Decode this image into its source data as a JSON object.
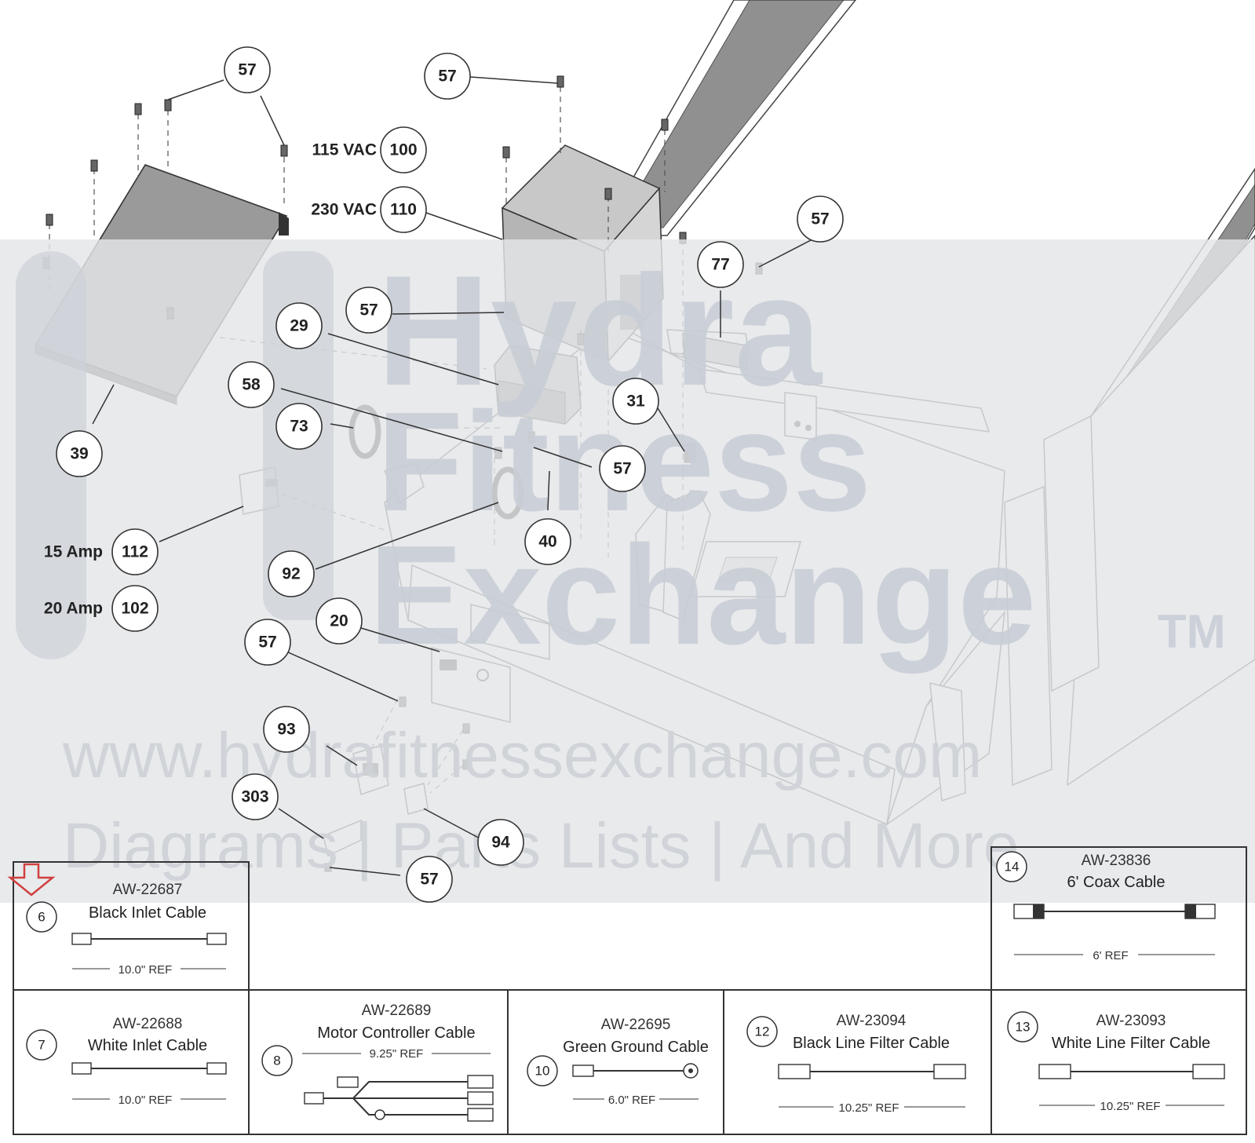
{
  "callouts": [
    {
      "n": "57"
    },
    {
      "n": "57"
    },
    {
      "n": "100"
    },
    {
      "n": "110"
    },
    {
      "n": "57"
    },
    {
      "n": "77"
    },
    {
      "n": "57"
    },
    {
      "n": "29"
    },
    {
      "n": "58"
    },
    {
      "n": "73"
    },
    {
      "n": "39"
    },
    {
      "n": "31"
    },
    {
      "n": "57"
    },
    {
      "n": "40"
    },
    {
      "n": "92"
    },
    {
      "n": "112"
    },
    {
      "n": "102"
    },
    {
      "n": "20"
    },
    {
      "n": "57"
    },
    {
      "n": "93"
    },
    {
      "n": "303"
    },
    {
      "n": "94"
    },
    {
      "n": "57"
    }
  ],
  "labels": {
    "vac115": "115 VAC",
    "vac230": "230 VAC",
    "amp15": "15 Amp",
    "amp20": "20 Amp"
  },
  "watermark": {
    "line1": "Hydra",
    "line2": "Fitness",
    "line3": "Exchange",
    "tm": "TM",
    "url": "www.hydrafitnessexchange.com",
    "tagline": "Diagrams | Parts Lists | And More"
  },
  "cables": [
    {
      "num": "6",
      "code": "AW-22687",
      "name": "Black Inlet Cable",
      "ref": "10.0\" REF"
    },
    {
      "num": "14",
      "code": "AW-23836",
      "name": "6' Coax Cable",
      "ref": "6' REF"
    },
    {
      "num": "7",
      "code": "AW-22688",
      "name": "White Inlet Cable",
      "ref": "10.0\" REF"
    },
    {
      "num": "8",
      "code": "AW-22689",
      "name": "Motor Controller Cable",
      "ref": "9.25\" REF"
    },
    {
      "num": "10",
      "code": "AW-22695",
      "name": "Green Ground Cable",
      "ref": "6.0\" REF"
    },
    {
      "num": "12",
      "code": "AW-23094",
      "name": "Black Line Filter Cable",
      "ref": "10.25\" REF"
    },
    {
      "num": "13",
      "code": "AW-23093",
      "name": "White Line Filter Cable",
      "ref": "10.25\" REF"
    }
  ],
  "colors": {
    "ink": "#333333",
    "watermark": "#c9ced6",
    "arrow": "#d04040"
  }
}
